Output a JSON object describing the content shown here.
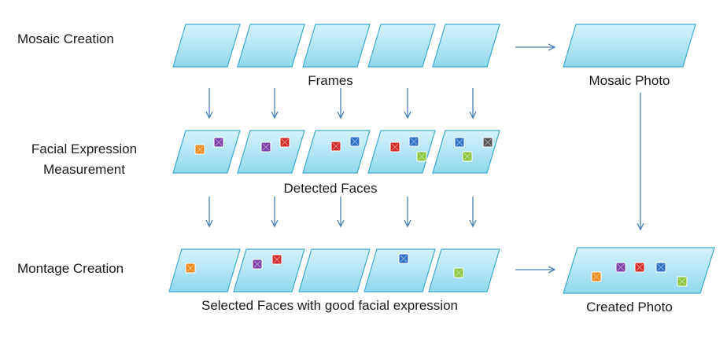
{
  "rows": {
    "mosaic_creation": "Mosaic Creation",
    "facial_expression_line1": "Facial Expression",
    "facial_expression_line2": "Measurement",
    "montage_creation": "Montage Creation"
  },
  "captions": {
    "frames": "Frames",
    "detected_faces": "Detected Faces",
    "selected_faces": "Selected Faces with good facial expression",
    "mosaic_photo": "Mosaic Photo",
    "created_photo": "Created Photo"
  },
  "colors": {
    "panel_fill_top": "#d6f3fb",
    "panel_fill_bottom": "#8fd8ee",
    "panel_stroke": "#3fa9cf",
    "arrow": "#4a7fb5",
    "face_orange": "#f08a1c",
    "face_purple": "#7d3fa8",
    "face_red": "#d42a2a",
    "face_blue": "#2c6fc4",
    "face_green": "#8cc63f",
    "face_gray": "#555555"
  },
  "faces": {
    "detected": [
      [
        "orange",
        "purple"
      ],
      [
        "purple",
        "red"
      ],
      [
        "red",
        "blue"
      ],
      [
        "red",
        "blue",
        "green"
      ],
      [
        "blue",
        "gray",
        "green"
      ]
    ],
    "selected": [
      [
        "orange"
      ],
      [
        "purple",
        "red"
      ],
      [],
      [
        "blue"
      ],
      [
        "green"
      ]
    ],
    "created": [
      "orange",
      "purple",
      "red",
      "blue",
      "green"
    ]
  }
}
